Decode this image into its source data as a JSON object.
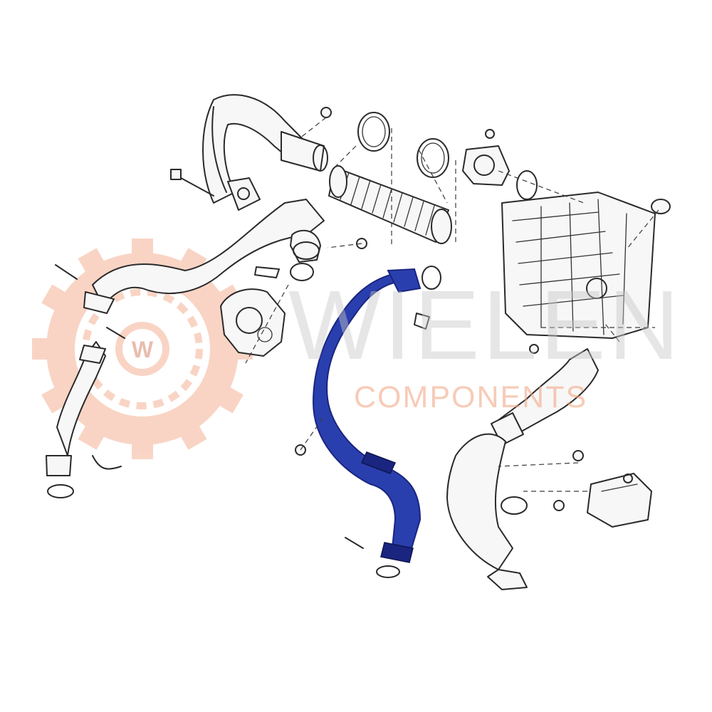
{
  "watermark": {
    "title": "WIELEN",
    "subtitle": "COMPONENTS",
    "logo_letter": "W",
    "gear_color": "#f2a27e",
    "text_color": "#c8c8c8"
  },
  "highlight": {
    "part": "intercooler-hose",
    "color": "#2a3fae",
    "shade": "#1a2580"
  },
  "icons": [
    "gear-icon",
    "arrow-icon"
  ]
}
